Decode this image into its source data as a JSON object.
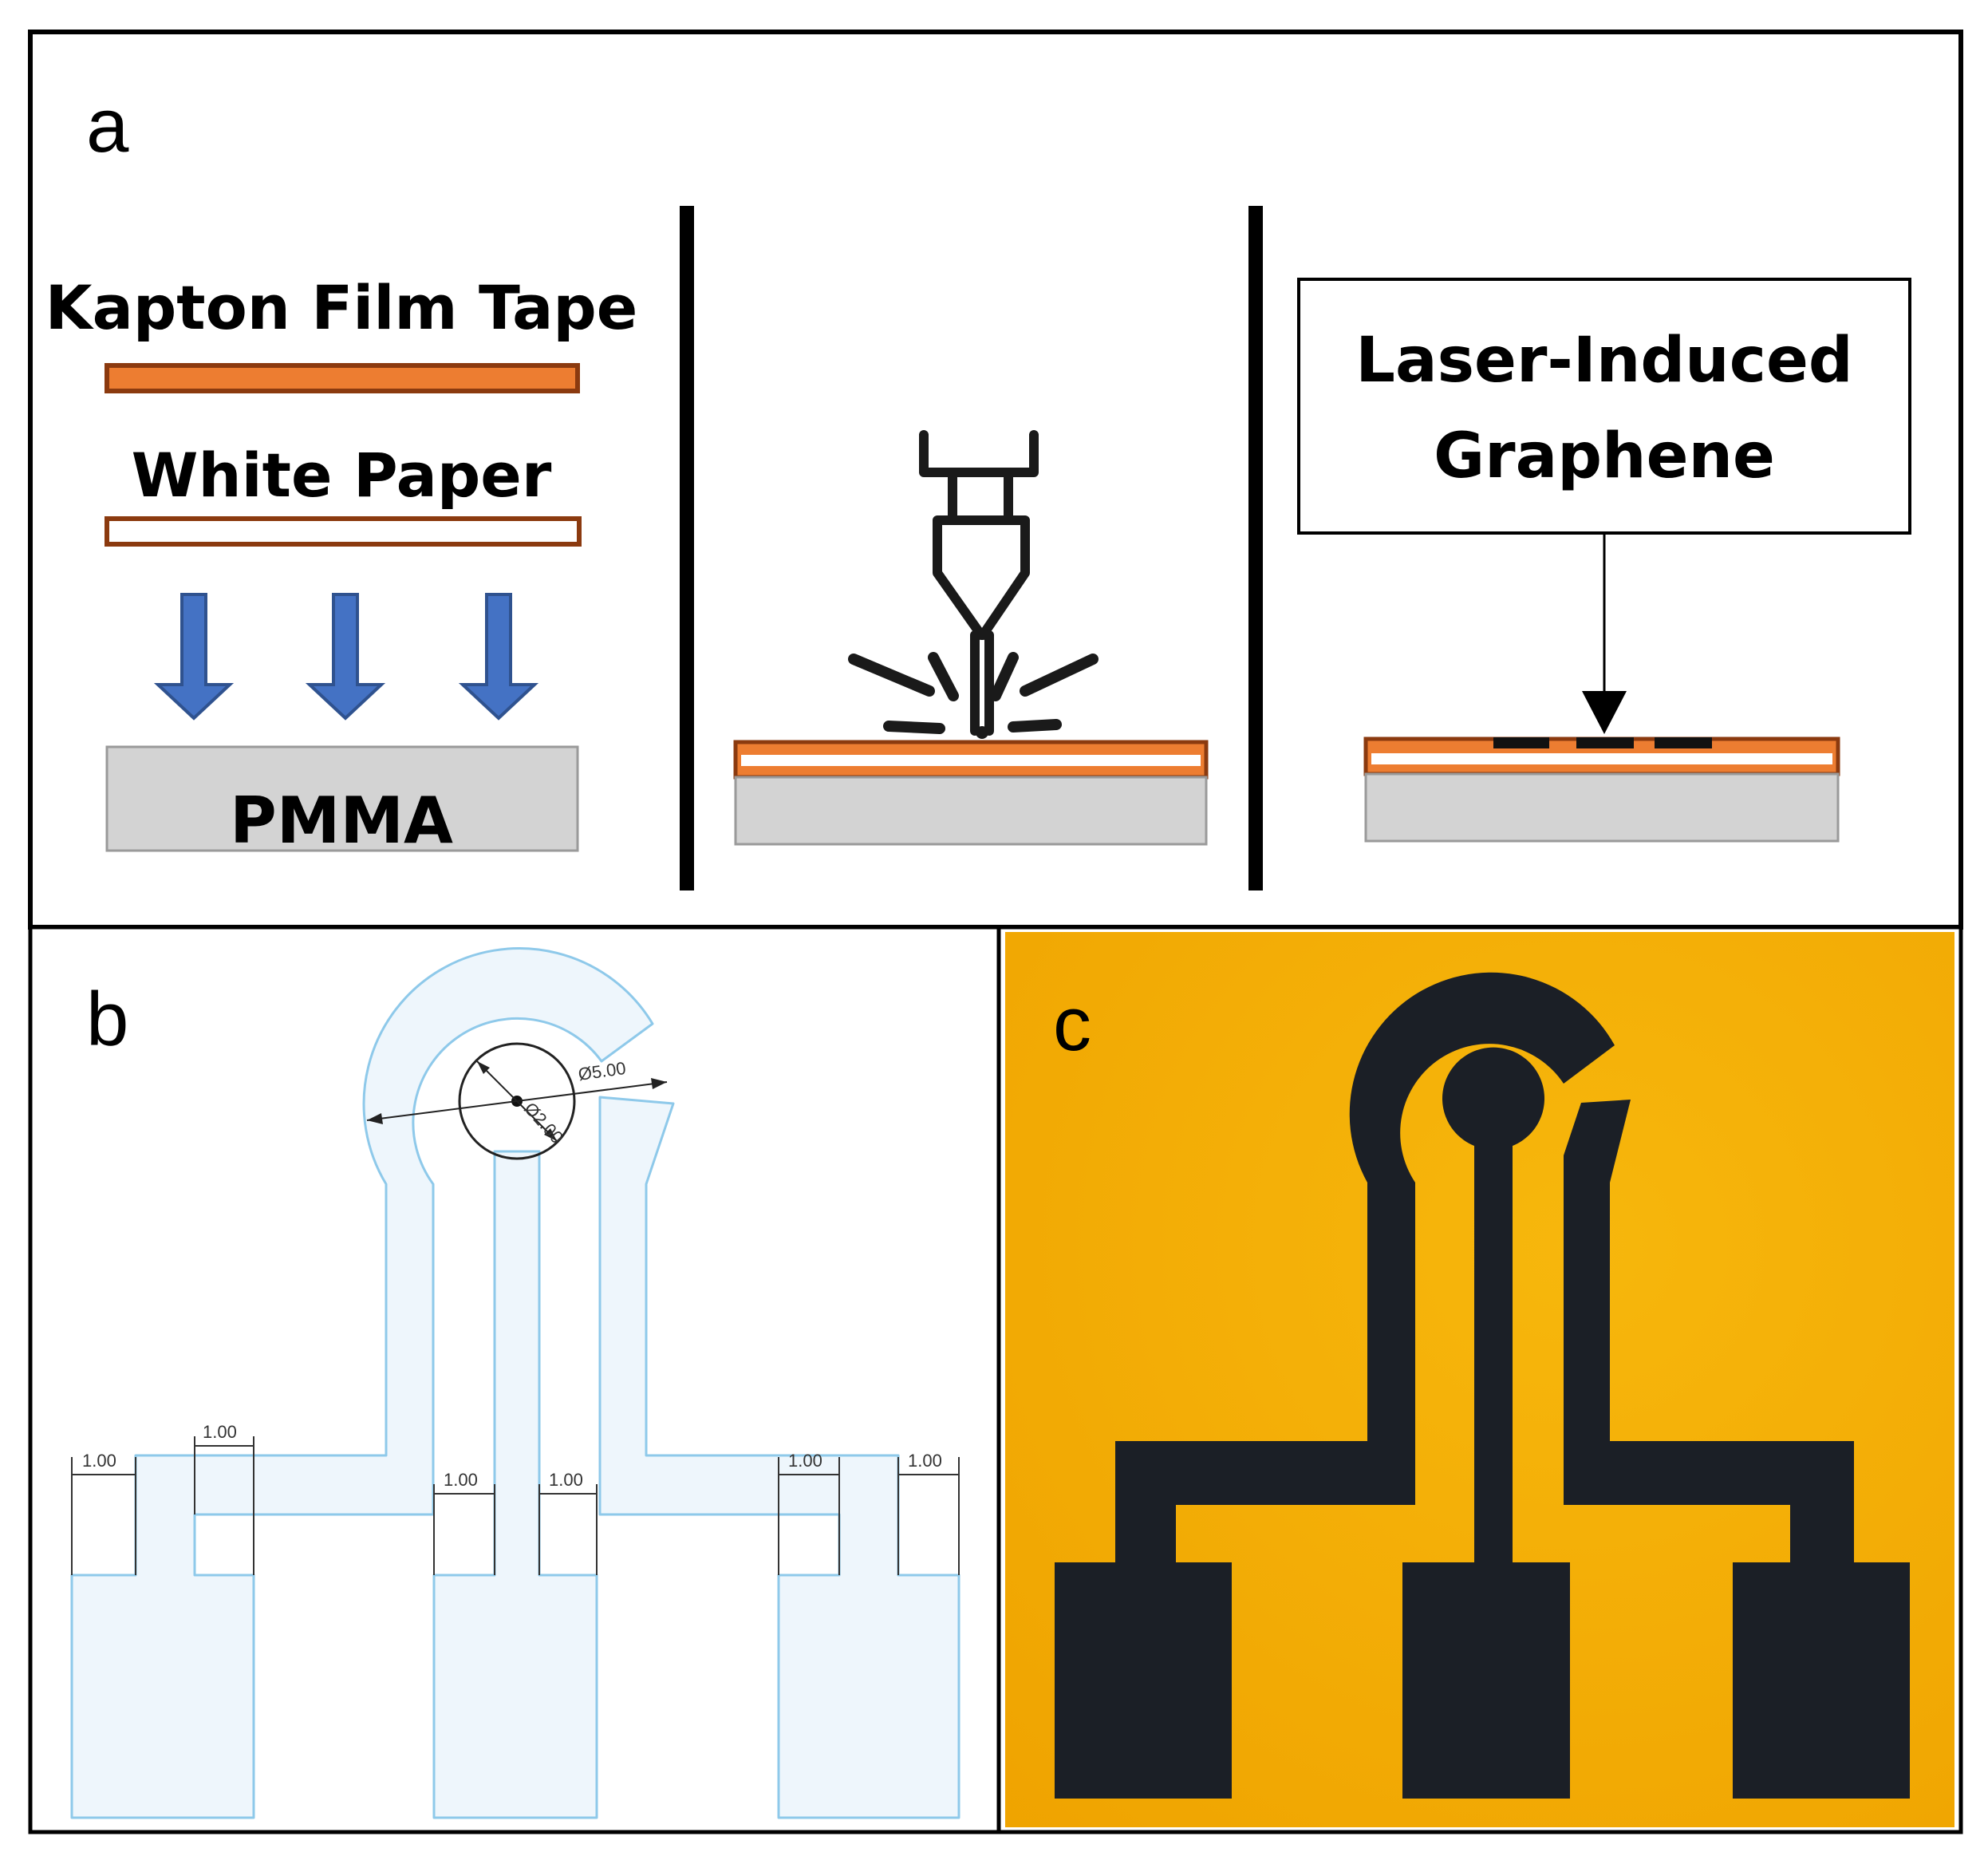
{
  "panel_a": {
    "label": "a",
    "kapton_label": "Kapton Film Tape",
    "paper_label": "White Paper",
    "pmma_label": "PMMA",
    "lig_label_line1": "Laser-Induced",
    "lig_label_line2": "Graphene"
  },
  "panel_b": {
    "label": "b",
    "dim_outer_diameter": "Ø5.00",
    "dim_inner_diameter": "Ø2.00",
    "dim_width": "1.00"
  },
  "panel_c": {
    "label": "c"
  },
  "colors": {
    "kapton": "#ED7D31",
    "kapton_edge": "#8B3A0F",
    "arrow": "#4472C4",
    "pmma": "#D3D3D3",
    "drawing_line": "#8EC9EA",
    "drawing_fill": "#EEF6FC",
    "photo_background": "#F2B000",
    "graphene": "#1B1F26"
  }
}
